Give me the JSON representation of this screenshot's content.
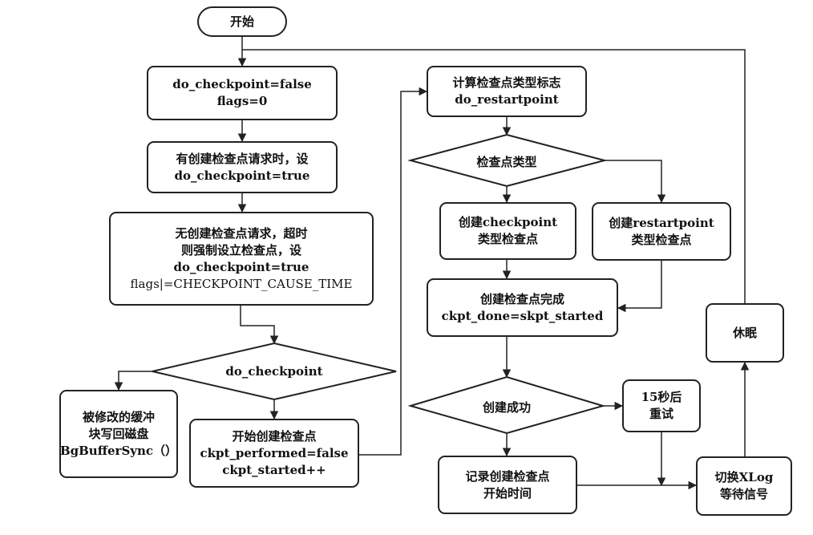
{
  "nodes": {
    "start": "开始",
    "init": [
      "do_checkpoint=false",
      "flags=0"
    ],
    "request": [
      "有创建检查点请求时，设",
      "do_checkpoint=true"
    ],
    "timeout": [
      "无创建检查点请求，超时",
      "则强制设立检查点，设",
      "do_checkpoint=true",
      "flags|=CHECKPOINT_CAUSE_TIME"
    ],
    "decision_do_checkpoint": "do_checkpoint",
    "buffer_sync": [
      "被修改的缓冲",
      "块写回磁盘",
      "BgBufferSync（）"
    ],
    "start_ckpt": [
      "开始创建检查点",
      "ckpt_performed=false",
      "ckpt_started++"
    ],
    "compute_flags": [
      "计算检查点类型标志",
      "do_restartpoint"
    ],
    "decision_type": "检查点类型",
    "create_checkpoint": [
      "创建checkpoint",
      "类型检查点"
    ],
    "create_restartpoint": [
      "创建restartpoint",
      "类型检查点"
    ],
    "ckpt_done": [
      "创建检查点完成",
      "ckpt_done=skpt_started"
    ],
    "decision_success": "创建成功",
    "retry": [
      "15秒后",
      "重试"
    ],
    "record_time": [
      "记录创建检查点",
      "开始时间"
    ],
    "switch_xlog": [
      "切换XLog",
      "等待信号"
    ],
    "sleep": "休眠"
  },
  "colors": {
    "stroke": "#222222",
    "background": "#ffffff"
  }
}
